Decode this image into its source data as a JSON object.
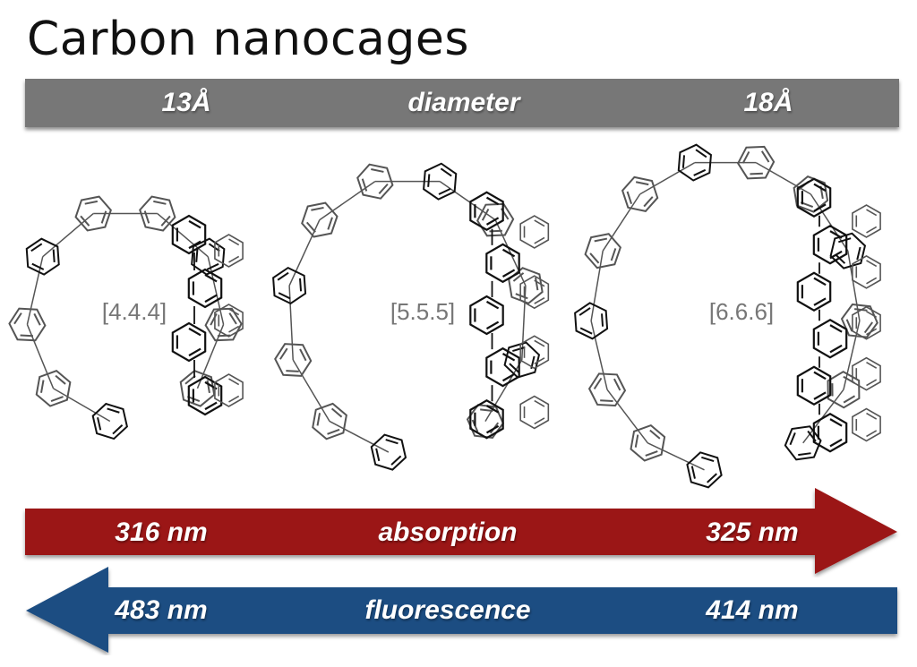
{
  "title": "Carbon nanocages",
  "diameter_bar": {
    "left": "13Å",
    "center": "diameter",
    "right": "18Å",
    "color": "#777777"
  },
  "cages": [
    {
      "label": "[4.4.4]"
    },
    {
      "label": "[5.5.5]"
    },
    {
      "label": "[6.6.6]"
    }
  ],
  "absorption_arrow": {
    "left": "316 nm",
    "center": "absorption",
    "right": "325 nm",
    "color": "#9b1414",
    "direction": "right"
  },
  "fluorescence_arrow": {
    "left": "483 nm",
    "center": "fluorescence",
    "right": "414 nm",
    "color": "#1f4e82",
    "direction": "left"
  }
}
